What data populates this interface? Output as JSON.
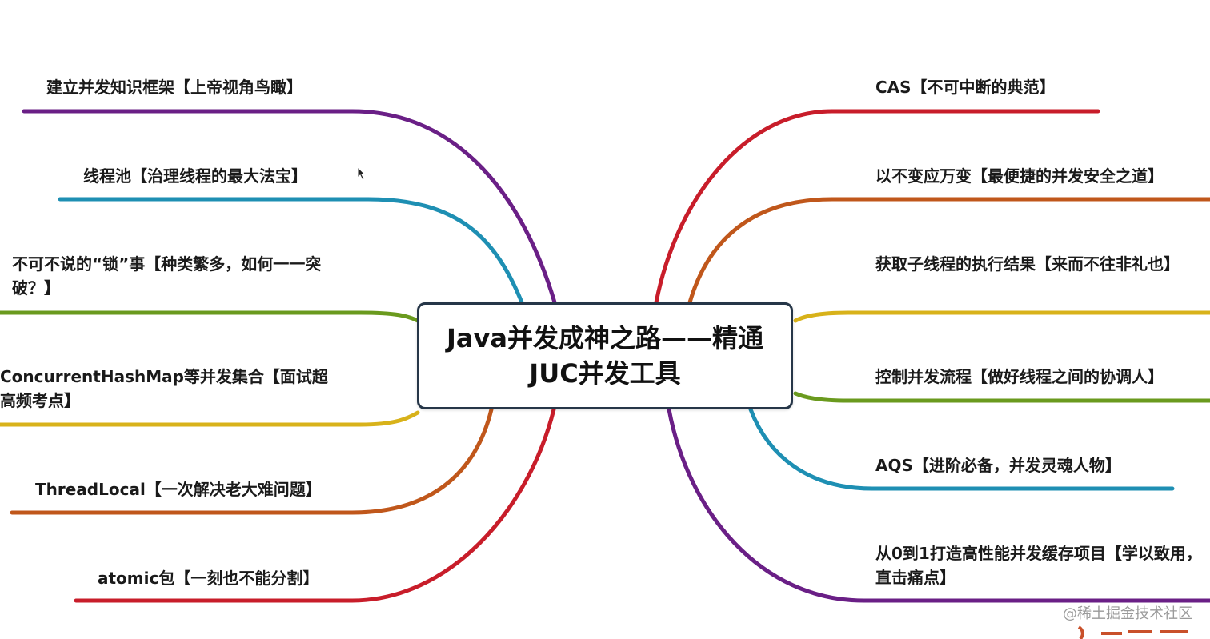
{
  "center": {
    "line1": "Java并发成神之路——精通",
    "line2": "JUC并发工具"
  },
  "left_nodes": [
    {
      "label": "建立并发知识框架【上帝视角鸟瞰】",
      "color": "#6a1f86"
    },
    {
      "label": "线程池【治理线程的最大法宝】",
      "color": "#1e8fb3"
    },
    {
      "label": "不可不说的“锁”事【种类繁多，如何一一突破？】",
      "color": "#6a9a1e"
    },
    {
      "label": "ConcurrentHashMap等并发集合【面试超高频考点】",
      "color": "#d8b21a"
    },
    {
      "label": "ThreadLocal【一次解决老大难问题】",
      "color": "#c0571b"
    },
    {
      "label": "atomic包【一刻也不能分割】",
      "color": "#c81d2a"
    }
  ],
  "right_nodes": [
    {
      "label": "CAS【不可中断的典范】",
      "color": "#c81d2a"
    },
    {
      "label": "以不变应万变【最便捷的并发安全之道】",
      "color": "#c0571b"
    },
    {
      "label": "获取子线程的执行结果【来而不往非礼也】",
      "color": "#d8b21a"
    },
    {
      "label": "控制并发流程【做好线程之间的协调人】",
      "color": "#6a9a1e"
    },
    {
      "label": "AQS【进阶必备，并发灵魂人物】",
      "color": "#1e8fb3"
    },
    {
      "label": "从0到1打造高性能并发缓存项目【学以致用，直击痛点】",
      "color": "#6a1f86"
    }
  ],
  "watermark": "@稀土掘金技术社区"
}
